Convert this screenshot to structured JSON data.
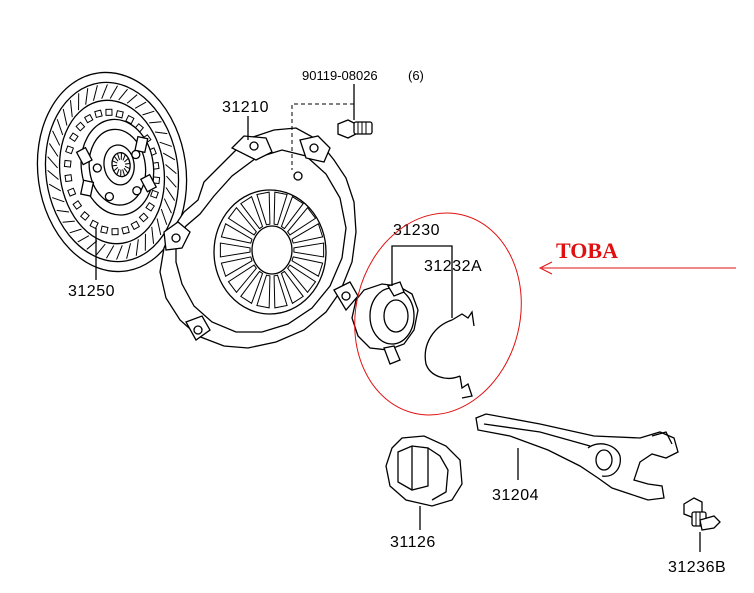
{
  "parts": {
    "clutch_disc": "31250",
    "clutch_cover": "31210",
    "bolt": "90119-08026",
    "bolt_qty": "(6)",
    "release_bearing_assy": "31230",
    "clip": "31232A",
    "boot": "31126",
    "release_fork": "31204",
    "pivot": "31236B"
  },
  "annotation": {
    "text": "TOBA",
    "color": "#e01010"
  }
}
